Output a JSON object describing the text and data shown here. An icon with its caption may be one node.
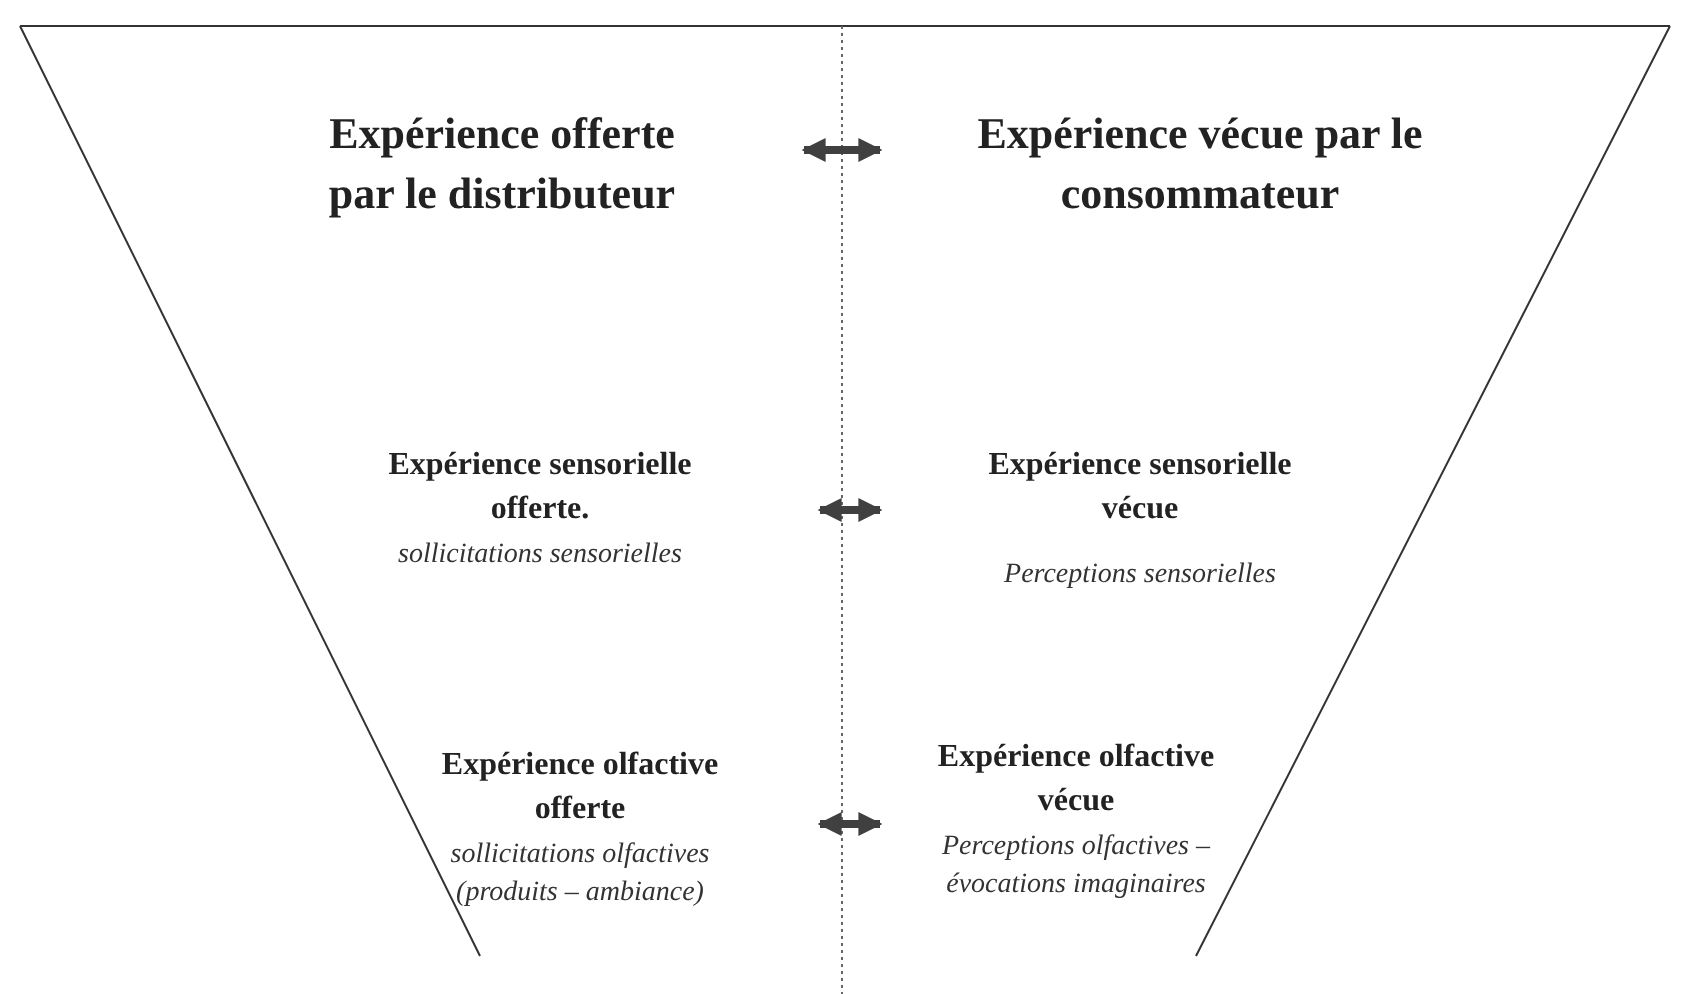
{
  "diagram": {
    "nodes": [
      {
        "text": [
          "Expérience offerte par le distributeur"
        ]
      },
      {
        "text": [
          "Expérience vécue par le consommateur"
        ]
      },
      {
        "text": [
          "Expérience sensorielle offerte.",
          "sollicitations sensorielles"
        ]
      },
      {
        "text": [
          "Expérience sensorielle vécue",
          "Perceptions sensorielles"
        ]
      },
      {
        "text": [
          "Expérience olfactive offerte",
          "sollicitations olfactives (produits – ambiance)"
        ]
      },
      {
        "text": [
          "Expérience olfactive vécue",
          "Perceptions olfactives – évocations imaginaires"
        ]
      }
    ],
    "edges": [
      {
        "from": 0,
        "to": 1,
        "arrow": "both"
      },
      {
        "from": 2,
        "to": 3,
        "arrow": "both"
      },
      {
        "from": 4,
        "to": 5,
        "arrow": "both"
      }
    ]
  }
}
